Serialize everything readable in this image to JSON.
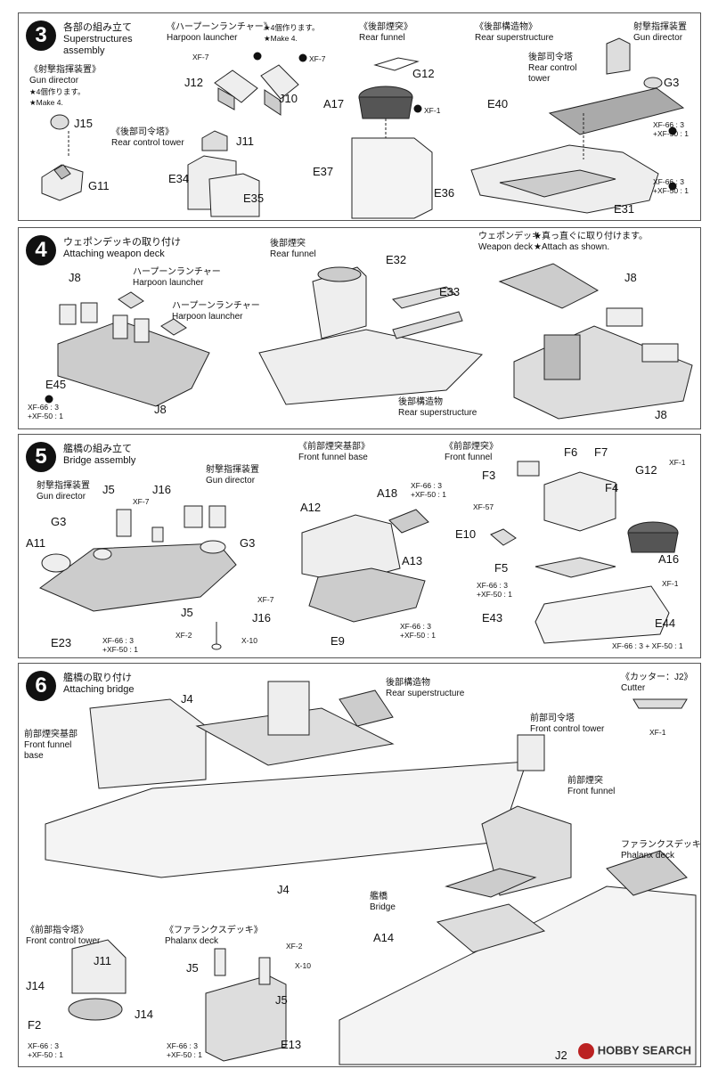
{
  "step3": {
    "number": "3",
    "title_jp": "各部の組み立て",
    "title_en": "Superstructures assembly",
    "gun_director_jp": "《射撃指揮装置》",
    "gun_director_en": "Gun director",
    "make4_jp": "★4個作ります。",
    "make4_en": "★Make 4.",
    "harpoon_jp": "《ハープーンランチャー》",
    "harpoon_en": "Harpoon launcher",
    "harpoon_make_jp": "★4個作ります。",
    "harpoon_make_en": "★Make 4.",
    "rear_tower_jp": "《後部司令塔》",
    "rear_tower_en": "Rear control tower",
    "rear_funnel_jp": "《後部煙突》",
    "rear_funnel_en": "Rear funnel",
    "rear_super_jp": "《後部構造物》",
    "rear_super_en": "Rear superstructure",
    "rear_control_jp": "後部司令塔",
    "rear_control_en1": "Rear control",
    "rear_control_en2": "tower",
    "gun_dir2_jp": "射撃指揮装置",
    "gun_dir2_en": "Gun director",
    "parts": {
      "j15": "J15",
      "g11": "G11",
      "xf7a": "XF-7",
      "xf7b": "XF-7",
      "j12": "J12",
      "j10": "J10",
      "j11": "J11",
      "e34": "E34",
      "e35": "E35",
      "g12": "G12",
      "xf1": "XF-1",
      "a17": "A17",
      "e37": "E37",
      "e36": "E36",
      "e40": "E40",
      "g3": "G3",
      "e31": "E31"
    },
    "paint1_a": "XF-66 : 3",
    "paint1_b": "+XF-50 : 1",
    "paint2_a": "XF-66 : 3",
    "paint2_b": "+XF-50 : 1"
  },
  "step4": {
    "number": "4",
    "title_jp": "ウェポンデッキの取り付け",
    "title_en": "Attaching weapon deck",
    "harpoon1_jp": "ハープーンランチャー",
    "harpoon1_en": "Harpoon launcher",
    "harpoon2_jp": "ハープーンランチャー",
    "harpoon2_en": "Harpoon launcher",
    "rear_funnel_jp": "後部煙突",
    "rear_funnel_en": "Rear funnel",
    "rear_super_jp": "後部構造物",
    "rear_super_en": "Rear superstructure",
    "weapon_deck_jp": "ウェポンデッキ",
    "weapon_deck_en": "Weapon deck",
    "attach_jp": "★真っ直ぐに取り付けます。",
    "attach_en": "★Attach as shown.",
    "parts": {
      "j8a": "J8",
      "e45": "E45",
      "j8b": "J8",
      "e32": "E32",
      "e33": "E33",
      "j8c": "J8",
      "j8d": "J8"
    },
    "paint_a": "XF-66 : 3",
    "paint_b": "+XF-50 : 1"
  },
  "step5": {
    "number": "5",
    "title_jp": "艦橋の組み立て",
    "title_en": "Bridge assembly",
    "gun_dir1_jp": "射撃指揮装置",
    "gun_dir1_en": "Gun director",
    "gun_dir2_jp": "射撃指揮装置",
    "gun_dir2_en": "Gun director",
    "front_base_jp": "《前部煙突基部》",
    "front_base_en": "Front funnel base",
    "front_funnel_jp": "《前部煙突》",
    "front_funnel_en": "Front funnel",
    "parts": {
      "j5a": "J5",
      "xf7": "XF-7",
      "j16a": "J16",
      "g3a": "G3",
      "a11": "A11",
      "g3b": "G3",
      "e23": "E23",
      "j5b": "J5",
      "xf7b": "XF-7",
      "j16b": "J16",
      "xf2": "XF-2",
      "x10": "X-10",
      "a18": "A18",
      "a12": "A12",
      "a13": "A13",
      "e9": "E9",
      "f3": "F3",
      "f6": "F6",
      "f7": "F7",
      "g12": "G12",
      "xf1a": "XF-1",
      "f4": "F4",
      "xf57": "XF-57",
      "e10": "E10",
      "f5": "F5",
      "a16": "A16",
      "xf1b": "XF-1",
      "e43": "E43",
      "e44": "E44"
    },
    "paint1_a": "XF-66 : 3",
    "paint1_b": "+XF-50 : 1",
    "paint2_a": "XF-66 : 3",
    "paint2_b": "+XF-50 : 1",
    "paint3_a": "XF-66 : 3",
    "paint3_b": "+XF-50 : 1",
    "paint4_a": "XF-66 : 3",
    "paint4_b": "+XF-50 : 1",
    "paint5": "XF-66 : 3 + XF-50 : 1"
  },
  "step6": {
    "number": "6",
    "title_jp": "艦橋の取り付け",
    "title_en": "Attaching bridge",
    "front_base_jp": "前部煙突基部",
    "front_base_en1": "Front funnel",
    "front_base_en2": "base",
    "rear_super_jp": "後部構造物",
    "rear_super_en": "Rear superstructure",
    "cutter_jp": "《カッター：J2》",
    "cutter_en": "Cutter",
    "front_tower_jp": "前部司令塔",
    "front_tower_en": "Front control tower",
    "front_funnel_jp": "前部煙突",
    "front_funnel_en": "Front funnel",
    "phalanx_jp": "ファランクスデッキ",
    "phalanx_en": "Phalanx deck",
    "bridge_jp": "艦橋",
    "bridge_en": "Bridge",
    "front_tower2_jp": "《前部指令塔》",
    "front_tower2_en": "Front control tower",
    "phalanx2_jp": "《ファランクスデッキ》",
    "phalanx2_en": "Phalanx deck",
    "parts": {
      "j4a": "J4",
      "j4b": "J4",
      "xf1": "XF-1",
      "a14": "A14",
      "j2": "J2",
      "j11": "J11",
      "j14a": "J14",
      "j14b": "J14",
      "f2": "F2",
      "j5a": "J5",
      "j5b": "J5",
      "xf2": "XF-2",
      "x10": "X-10",
      "e13": "E13"
    },
    "paint1_a": "XF-66 : 3",
    "paint1_b": "+XF-50 : 1",
    "paint2_a": "XF-66 : 3",
    "paint2_b": "+XF-50 : 1"
  },
  "watermark": "HOBBY SEARCH"
}
